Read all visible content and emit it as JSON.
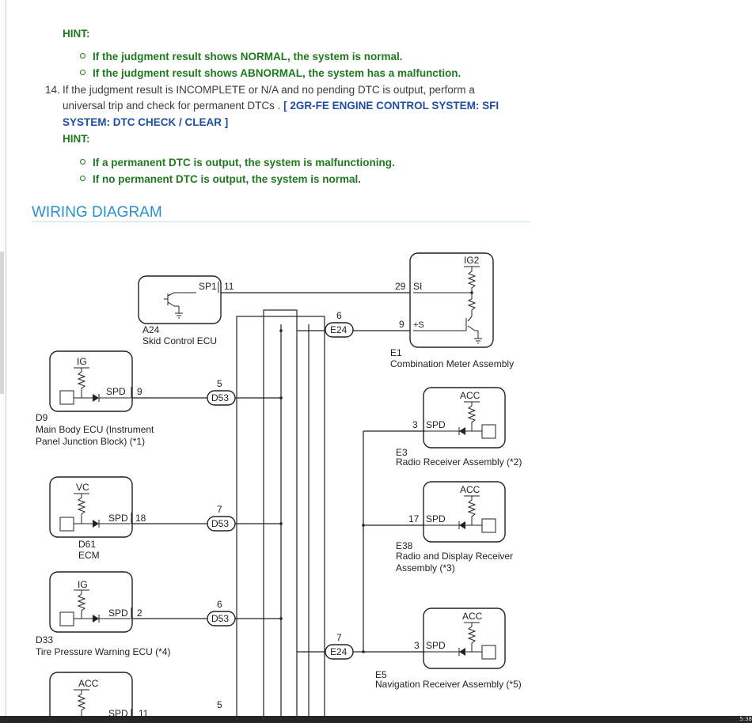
{
  "hint_label": "HINT:",
  "hint_bullets_1": [
    "If the judgment result shows NORMAL, the system is normal.",
    "If the judgment result shows ABNORMAL, the system has a malfunction."
  ],
  "step": {
    "number": "14.",
    "text_line1": "If the judgment result is INCOMPLETE or N/A and no pending DTC is output, perform a",
    "text_line2": "universal trip and check for permanent DTCs . ",
    "link_line1": "[ 2GR-FE ENGINE CONTROL SYSTEM: SFI",
    "link_line2": "SYSTEM: DTC CHECK / CLEAR ]"
  },
  "hint_bullets_2": [
    "If a permanent DTC is output, the system is malfunctioning.",
    "If no permanent DTC is output, the system is normal."
  ],
  "section_title": "WIRING DIAGRAM",
  "diagram": {
    "a24": {
      "pin_name": "SP1",
      "pin_no": "11",
      "code": "A24",
      "name": "Skid Control ECU"
    },
    "e1": {
      "top": "IG2",
      "pin_si": "SI",
      "pin_si_no": "29",
      "pin_s": "+S",
      "pin_s_no": "9",
      "code": "E1",
      "name": "Combination Meter Assembly"
    },
    "connector_e24_top": {
      "label": "E24",
      "pin": "6"
    },
    "connector_e24_bottom": {
      "label": "E24",
      "pin": "7"
    },
    "d9": {
      "top": "IG",
      "pin_name": "SPD",
      "pin_no": "9",
      "code": "D9",
      "name_line1": "Main Body ECU (Instrument",
      "name_line2": "Panel Junction Block) (*1)",
      "conn": "D53",
      "conn_pin": "5"
    },
    "d61": {
      "top": "VC",
      "pin_name": "SPD",
      "pin_no": "18",
      "code": "D61",
      "name": "ECM",
      "conn": "D53",
      "conn_pin": "7"
    },
    "d33": {
      "top": "IG",
      "pin_name": "SPD",
      "pin_no": "2",
      "code": "D33",
      "name": "Tire Pressure Warning ECU (*4)",
      "conn": "D53",
      "conn_pin": "6"
    },
    "bottom_ecu": {
      "top": "ACC",
      "pin_name": "SPD",
      "pin_no": "11",
      "conn_pin": "5"
    },
    "e3": {
      "top": "ACC",
      "pin_name": "SPD",
      "pin_no": "3",
      "code": "E3",
      "name": "Radio Receiver Assembly (*2)"
    },
    "e38": {
      "top": "ACC",
      "pin_name": "SPD",
      "pin_no": "17",
      "code": "E38",
      "name_line1": "Radio and Display Receiver",
      "name_line2": "Assembly (*3)"
    },
    "e5": {
      "top": "ACC",
      "pin_name": "SPD",
      "pin_no": "3",
      "code": "E5",
      "name": "Navigation Receiver Assembly (*5)"
    }
  },
  "clock": "5:38"
}
